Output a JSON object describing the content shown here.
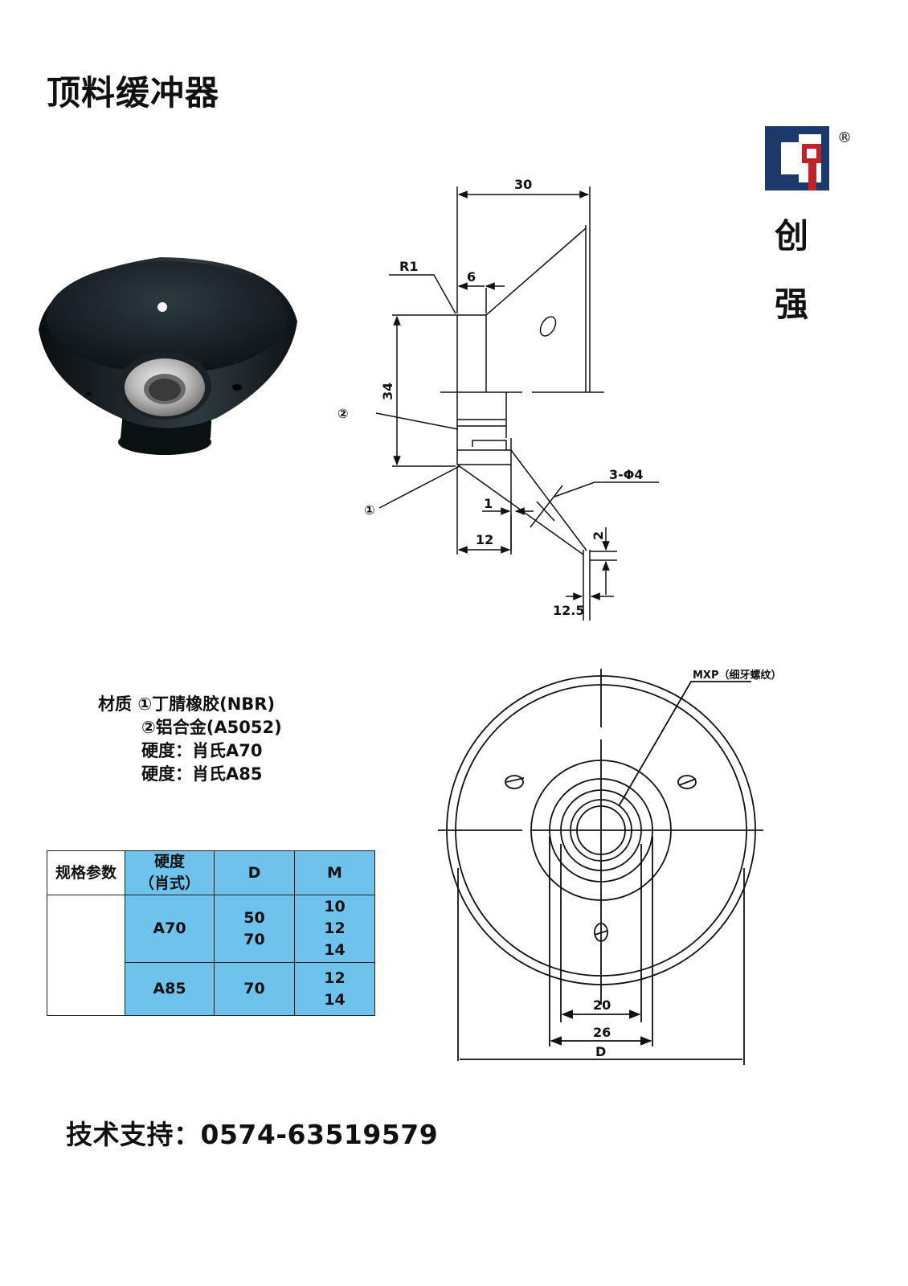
{
  "page": {
    "title": "顶料缓冲器"
  },
  "brand": {
    "chars": [
      "创",
      "强"
    ],
    "registered": "®"
  },
  "side_drawing": {
    "dims": {
      "top_width": "30",
      "r1": "R1",
      "six": "6",
      "height": "34",
      "one": "1",
      "twelve": "12",
      "two": "2",
      "twelve_five": "12.5",
      "holes": "3-Φ4"
    },
    "callouts": {
      "part2": "②",
      "part1": "①"
    }
  },
  "front_drawing": {
    "thread_label": "MXP（细牙螺纹）",
    "dims": {
      "d20": "20",
      "d26": "26",
      "D": "D"
    }
  },
  "material": {
    "prefix": "材质",
    "lines": [
      "①丁腈橡胶(NBR)",
      "②铝合金(A5052)",
      "硬度：肖氏A70",
      "硬度：肖氏A85"
    ]
  },
  "spec_table": {
    "headers": {
      "params": "规格参数",
      "hardness_1": "硬度",
      "hardness_2": "（肖式）",
      "d": "D",
      "m": "M"
    },
    "rows": [
      {
        "hardness": "A70",
        "d": [
          "50",
          "70"
        ],
        "m": [
          "10",
          "12",
          "14"
        ]
      },
      {
        "hardness": "A85",
        "d": [
          "70"
        ],
        "m": [
          "12",
          "14"
        ]
      }
    ]
  },
  "support": {
    "text": "技术支持：0574-63519579"
  }
}
